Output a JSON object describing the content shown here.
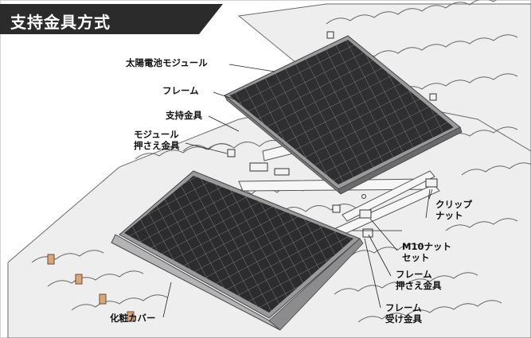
{
  "title": "支持金具方式",
  "labels": {
    "solar_module": "太陽電池モジュール",
    "frame": "フレーム",
    "support_bracket": "支持金具",
    "module_clamp_line1": "モジュール",
    "module_clamp_line2": "押さえ金具",
    "clip_nut_line1": "クリップ",
    "clip_nut_line2": "ナット",
    "m10_nut_line1": "M10ナット",
    "m10_nut_line2": "セット",
    "frame_clamp_line1": "フレーム",
    "frame_clamp_line2": "押さえ金具",
    "frame_receiver_line1": "フレーム",
    "frame_receiver_line2": "受け金具",
    "decorative_cover": "化粧カバー"
  },
  "colors": {
    "banner": "#2b2b2b",
    "panel_cell": "#2e2e30",
    "panel_frame": "#8e8e90",
    "roof_tile": "#e9e9e9",
    "tile_outline": "#6a6a6a",
    "rail": "#f4f4f4"
  }
}
